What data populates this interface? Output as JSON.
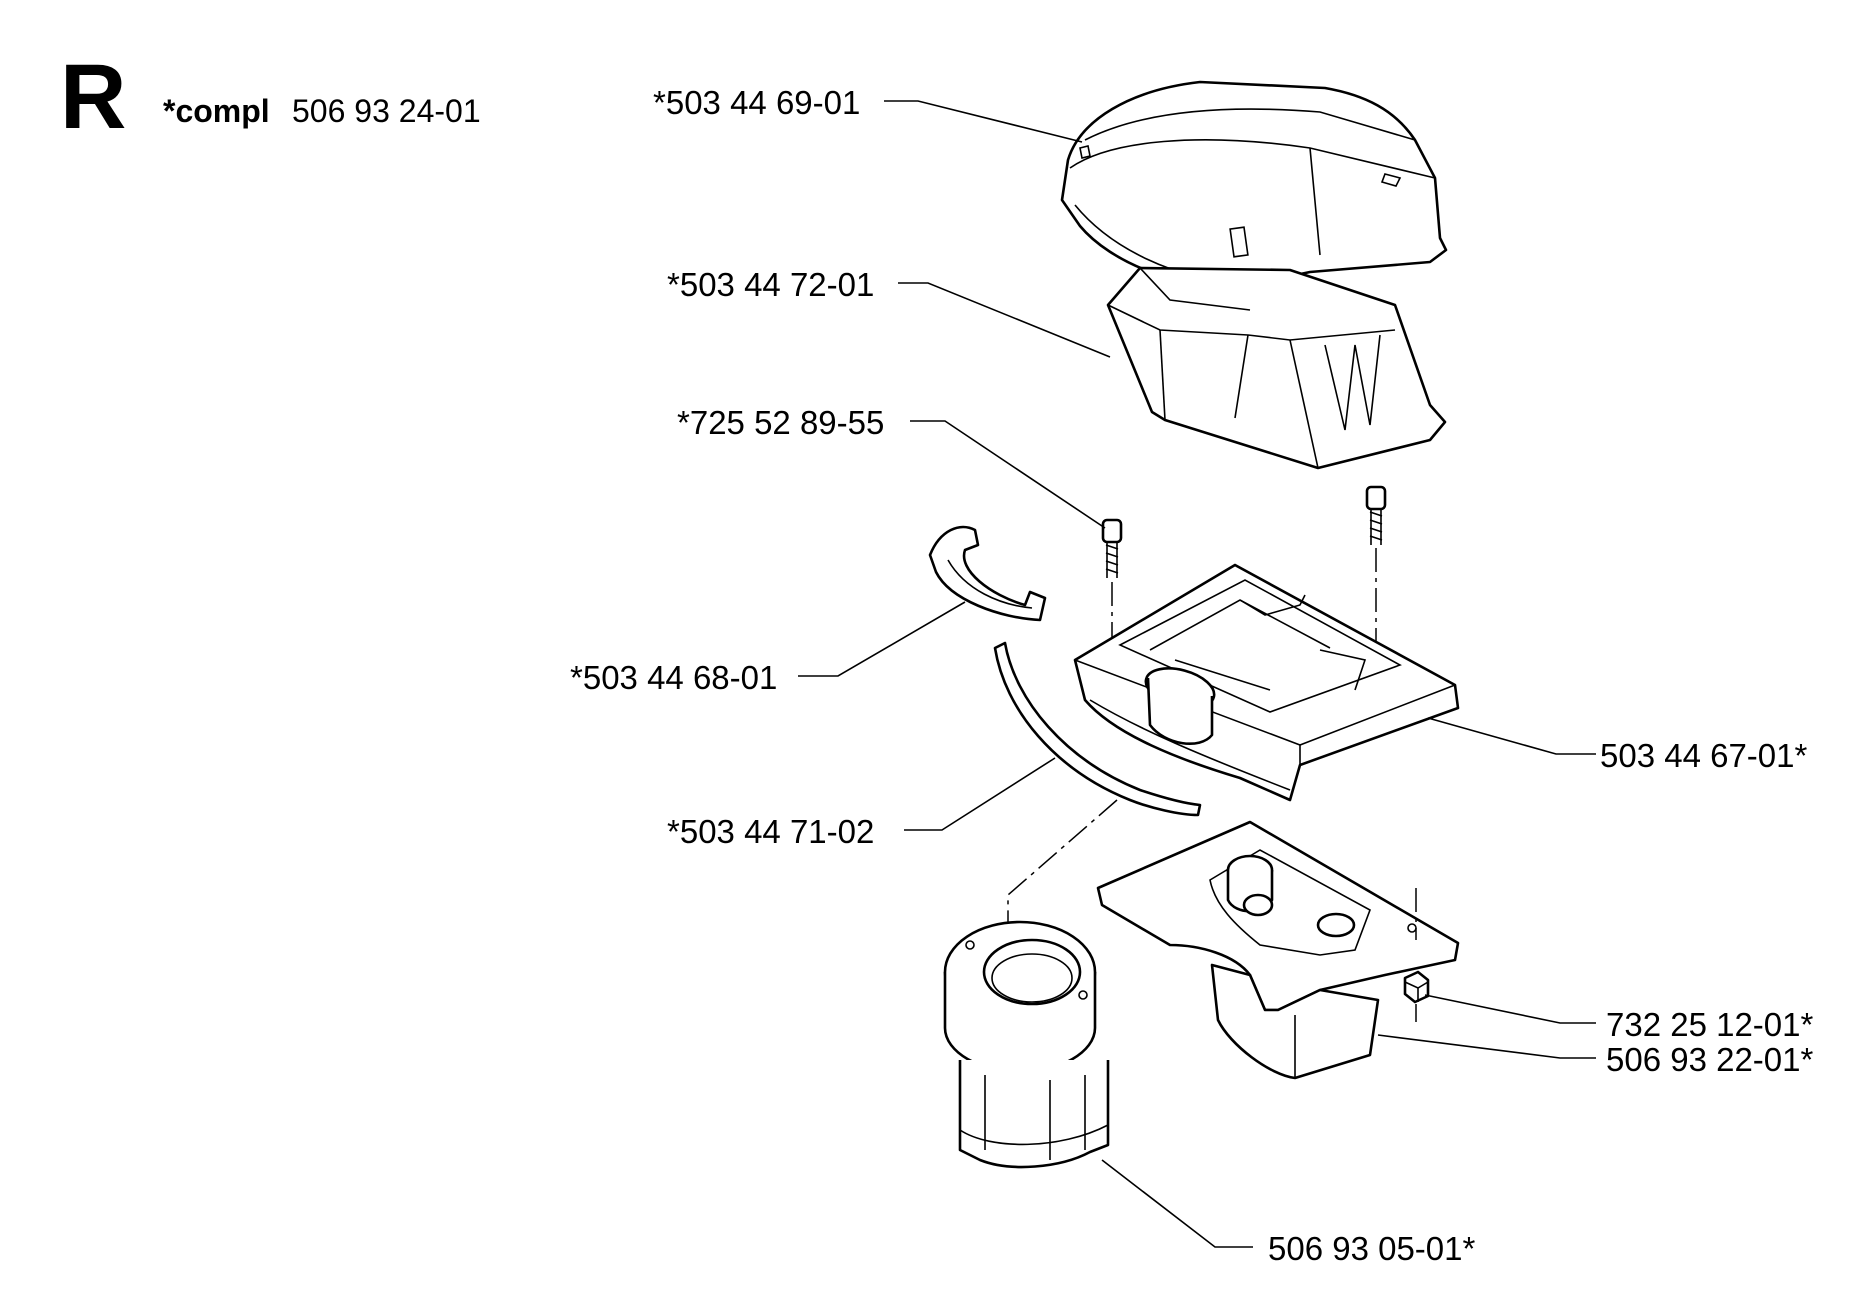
{
  "section_letter": "R",
  "compl": {
    "prefix": "*compl",
    "number": "506 93 24-01"
  },
  "labels": {
    "cover": "*503 44 69-01",
    "filter": "*503 44 72-01",
    "screw": "*725 52 89-55",
    "clip": "*503 44 68-01",
    "seal": "*503 44 71-02",
    "filter_holder": "503 44 67-01*",
    "nut": "732 25 12-01*",
    "bracket": "506 93 22-01*",
    "cylinder": "506 93 05-01*"
  }
}
